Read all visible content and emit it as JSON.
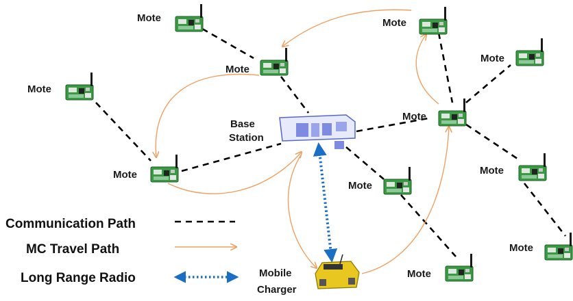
{
  "nodes": [
    {
      "id": "m1",
      "label": "Mote"
    },
    {
      "id": "m2",
      "label": "Mote"
    },
    {
      "id": "m3",
      "label": "Mote"
    },
    {
      "id": "m4",
      "label": "Mote"
    },
    {
      "id": "m5",
      "label": "Mote"
    },
    {
      "id": "m6",
      "label": "Mote"
    },
    {
      "id": "m7",
      "label": "Mote"
    },
    {
      "id": "m8",
      "label": "Mote"
    },
    {
      "id": "m9",
      "label": "Mote"
    },
    {
      "id": "m10",
      "label": "Mote"
    },
    {
      "id": "m11",
      "label": "Mote"
    }
  ],
  "base_station": {
    "label_line1": "Base",
    "label_line2": "Station"
  },
  "mobile_charger": {
    "label_line1": "Mobile",
    "label_line2": "Charger"
  },
  "legend": {
    "communication": "Communication Path",
    "travel": "MC Travel Path",
    "radio": "Long Range Radio"
  },
  "colors": {
    "communication": "#000000",
    "travel": "#f0a060",
    "radio": "#1a6fc4",
    "board": "#2e8b3a",
    "base_station": "#5566cc",
    "charger": "#e8c820"
  }
}
